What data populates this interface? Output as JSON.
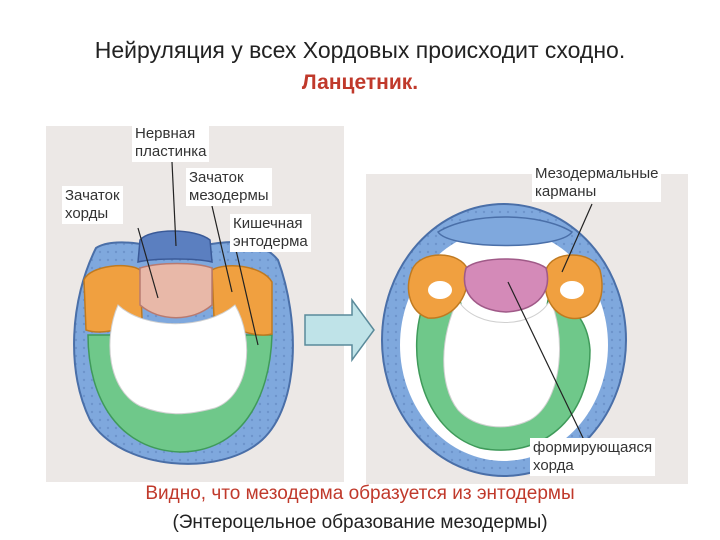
{
  "title": "Нейруляция у всех Хордовых происходит  сходно.",
  "subtitle": "Ланцетник.",
  "labels": {
    "neural_plate": "Нервная\nпластинка",
    "notochord_rudiment": "Зачаток\nхорды",
    "mesoderm_rudiment": "Зачаток\nмезодермы",
    "gut_endoderm": "Кишечная\nэнтодерма",
    "mesodermal_pockets": "Мезодермальные\nкарманы",
    "forming_notochord": "формирующаяся\nхорда"
  },
  "footer": {
    "line1": "Видно, что мезодерма образуется из энтодермы",
    "line2": "(Энтероцельное образование мезодермы)"
  },
  "colors": {
    "ectoderm": "#7fa8dd",
    "neural": "#5b7fc0",
    "mesoderm": "#f0a040",
    "notochord": "#d48ab8",
    "endoderm": "#6fc88a",
    "background_panel": "#ece8e6",
    "accent_red": "#c0392b"
  }
}
